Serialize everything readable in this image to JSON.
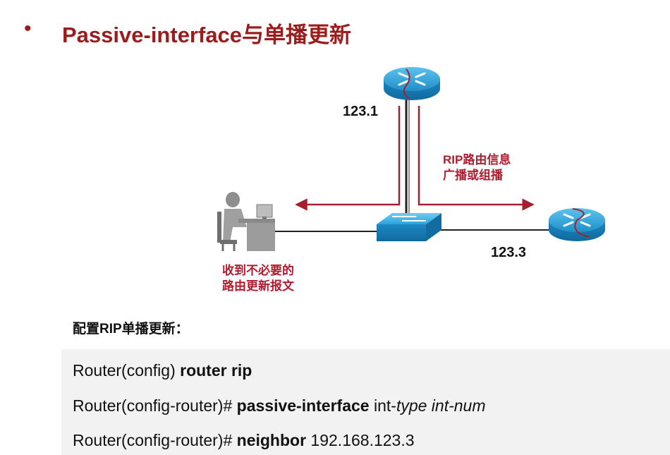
{
  "slide": {
    "bullet": "•",
    "title": "Passive-interface与单播更新"
  },
  "diagram": {
    "router_top_label": "123.1",
    "router_right_label": "123.3",
    "rip_note_line1": "RIP路由信息",
    "rip_note_line2": "广播或组播",
    "pc_note_line1": "收到不必要的",
    "pc_note_line2": "路由更新报文",
    "colors": {
      "accent_red": "#9b1c1c",
      "arrow_red": "#a5202e",
      "device_blue": "#1f9cd4"
    }
  },
  "config": {
    "heading": "配置RIP单播更新：",
    "lines": [
      {
        "prefix": "Router(config) ",
        "cmd": "router rip",
        "arg": "",
        "arg_italic": ""
      },
      {
        "prefix": "Router(config-router)# ",
        "cmd": "passive-interface",
        "arg": " int-",
        "arg_italic": "type int-num"
      },
      {
        "prefix": "Router(config-router)# ",
        "cmd": "neighbor",
        "arg": " 192.168.123.3",
        "arg_italic": ""
      }
    ]
  }
}
